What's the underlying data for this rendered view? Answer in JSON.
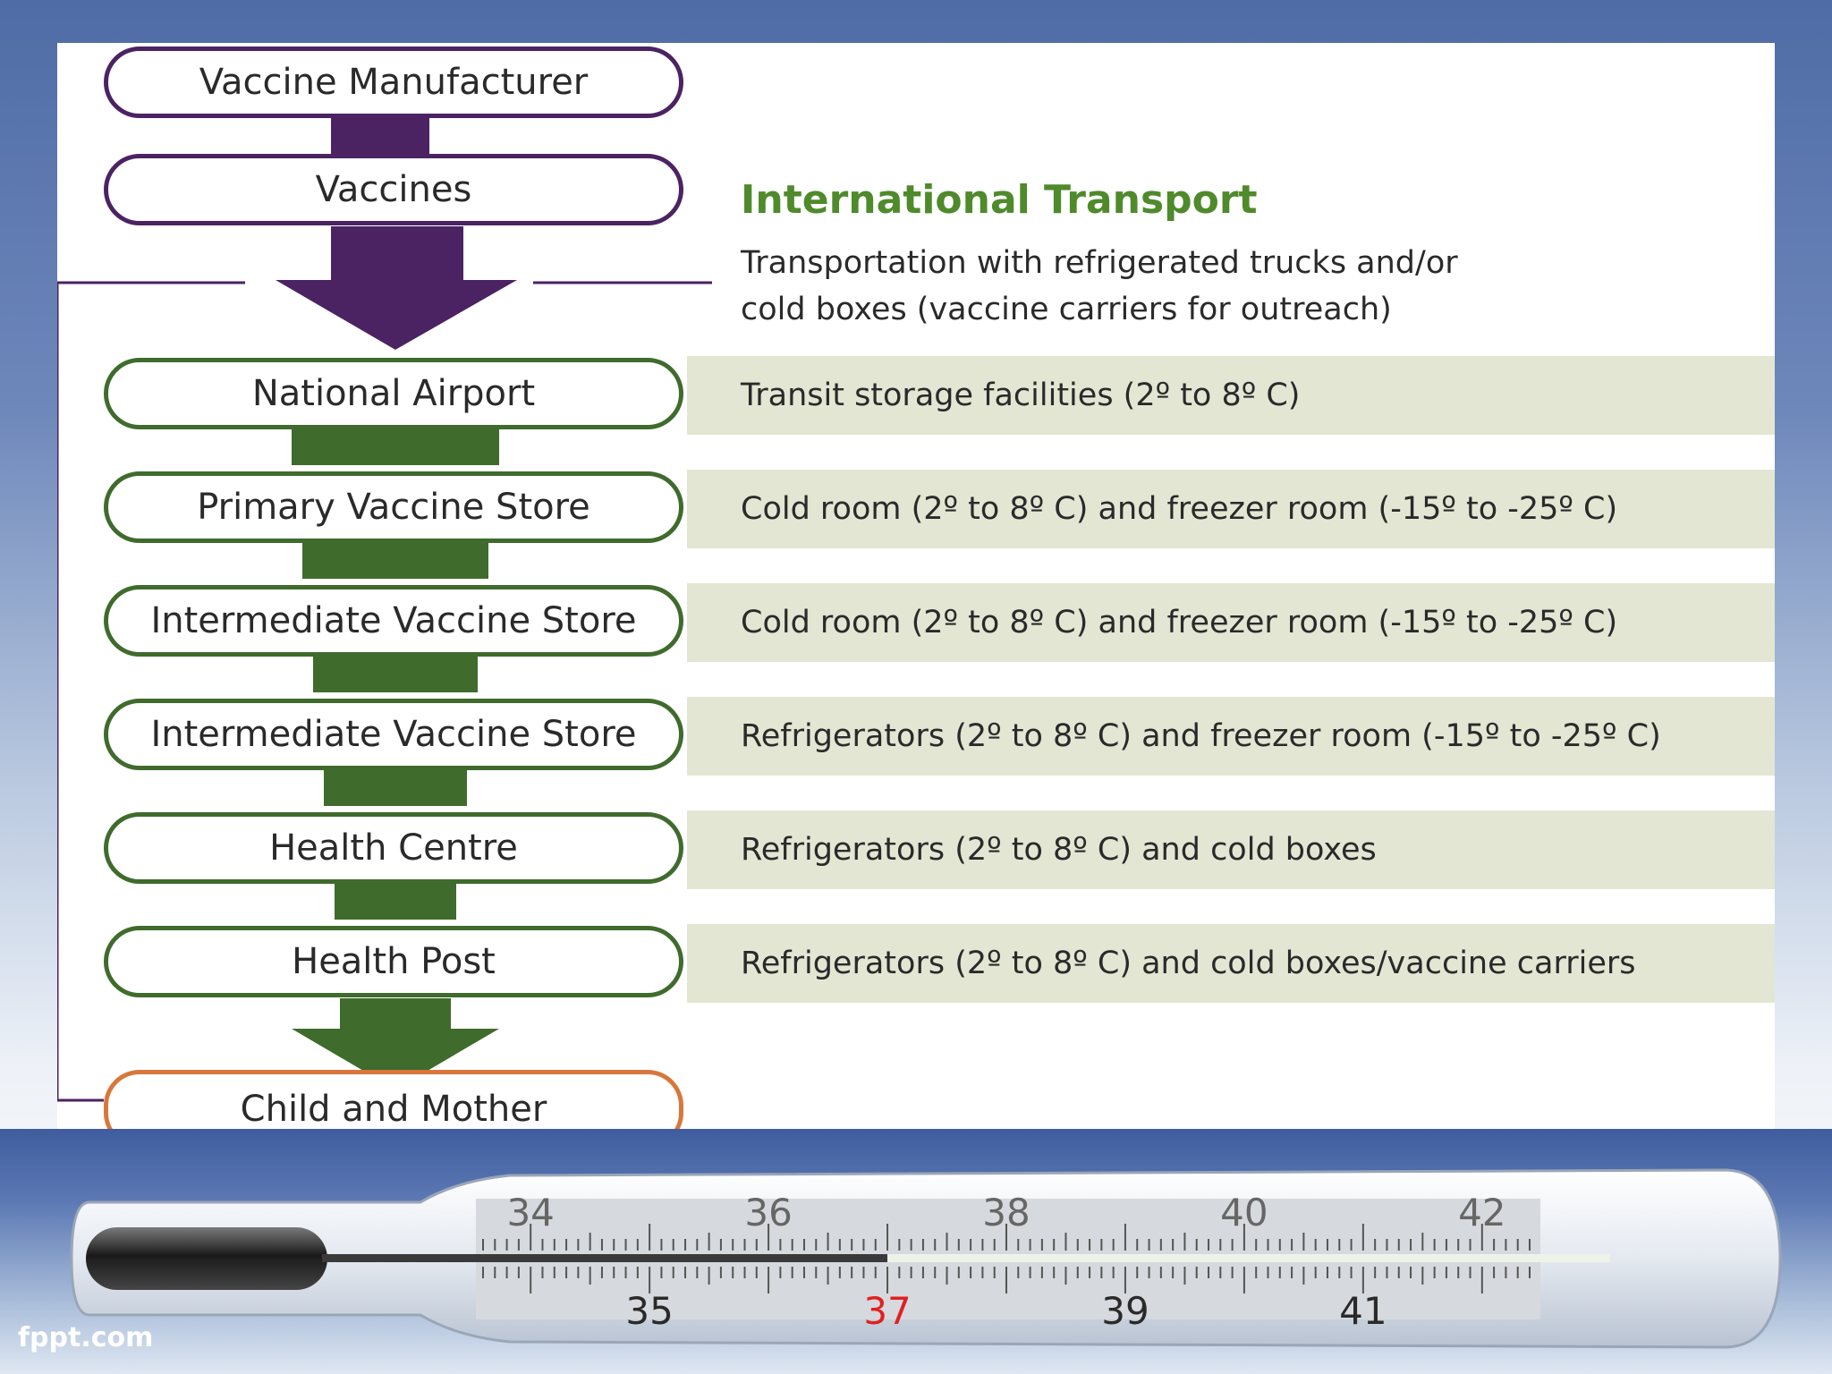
{
  "flow": {
    "manufacturer": "Vaccine Manufacturer",
    "vaccines": "Vaccines",
    "international": {
      "title": "International Transport",
      "line1": "Transportation with refrigerated trucks and/or",
      "line2": "cold boxes (vaccine carriers for outreach)"
    },
    "stages": [
      {
        "name": "National Airport",
        "description": "Transit storage facilities (2º to 8º C)"
      },
      {
        "name": "Primary Vaccine Store",
        "description": "Cold room (2º to 8º C) and freezer room (-15º to -25º C)"
      },
      {
        "name": "Intermediate Vaccine Store",
        "description": "Cold room (2º to 8º C) and freezer room (-15º to -25º C)"
      },
      {
        "name": "Intermediate Vaccine Store",
        "description": "Refrigerators (2º to 8º C) and freezer room (-15º to -25º C)"
      },
      {
        "name": "Health Centre",
        "description": "Refrigerators (2º to 8º C) and cold boxes"
      },
      {
        "name": "Health Post",
        "description": "Refrigerators (2º to 8º C) and cold boxes/vaccine carriers"
      }
    ],
    "destination": "Child and Mother"
  },
  "thermometer": {
    "top_labels": [
      "34",
      "36",
      "38",
      "40",
      "42"
    ],
    "bottom_labels": [
      "35",
      "37",
      "39",
      "41"
    ],
    "highlight_label": "37",
    "reading": 37
  },
  "footer": {
    "site": "fppt.com"
  },
  "colors": {
    "purple": "#4b2363",
    "green": "#3f6b2c",
    "orange": "#d8773c",
    "title_green": "#4f8a2b",
    "band": "#e3e6d3",
    "highlight_red": "#e02020"
  }
}
